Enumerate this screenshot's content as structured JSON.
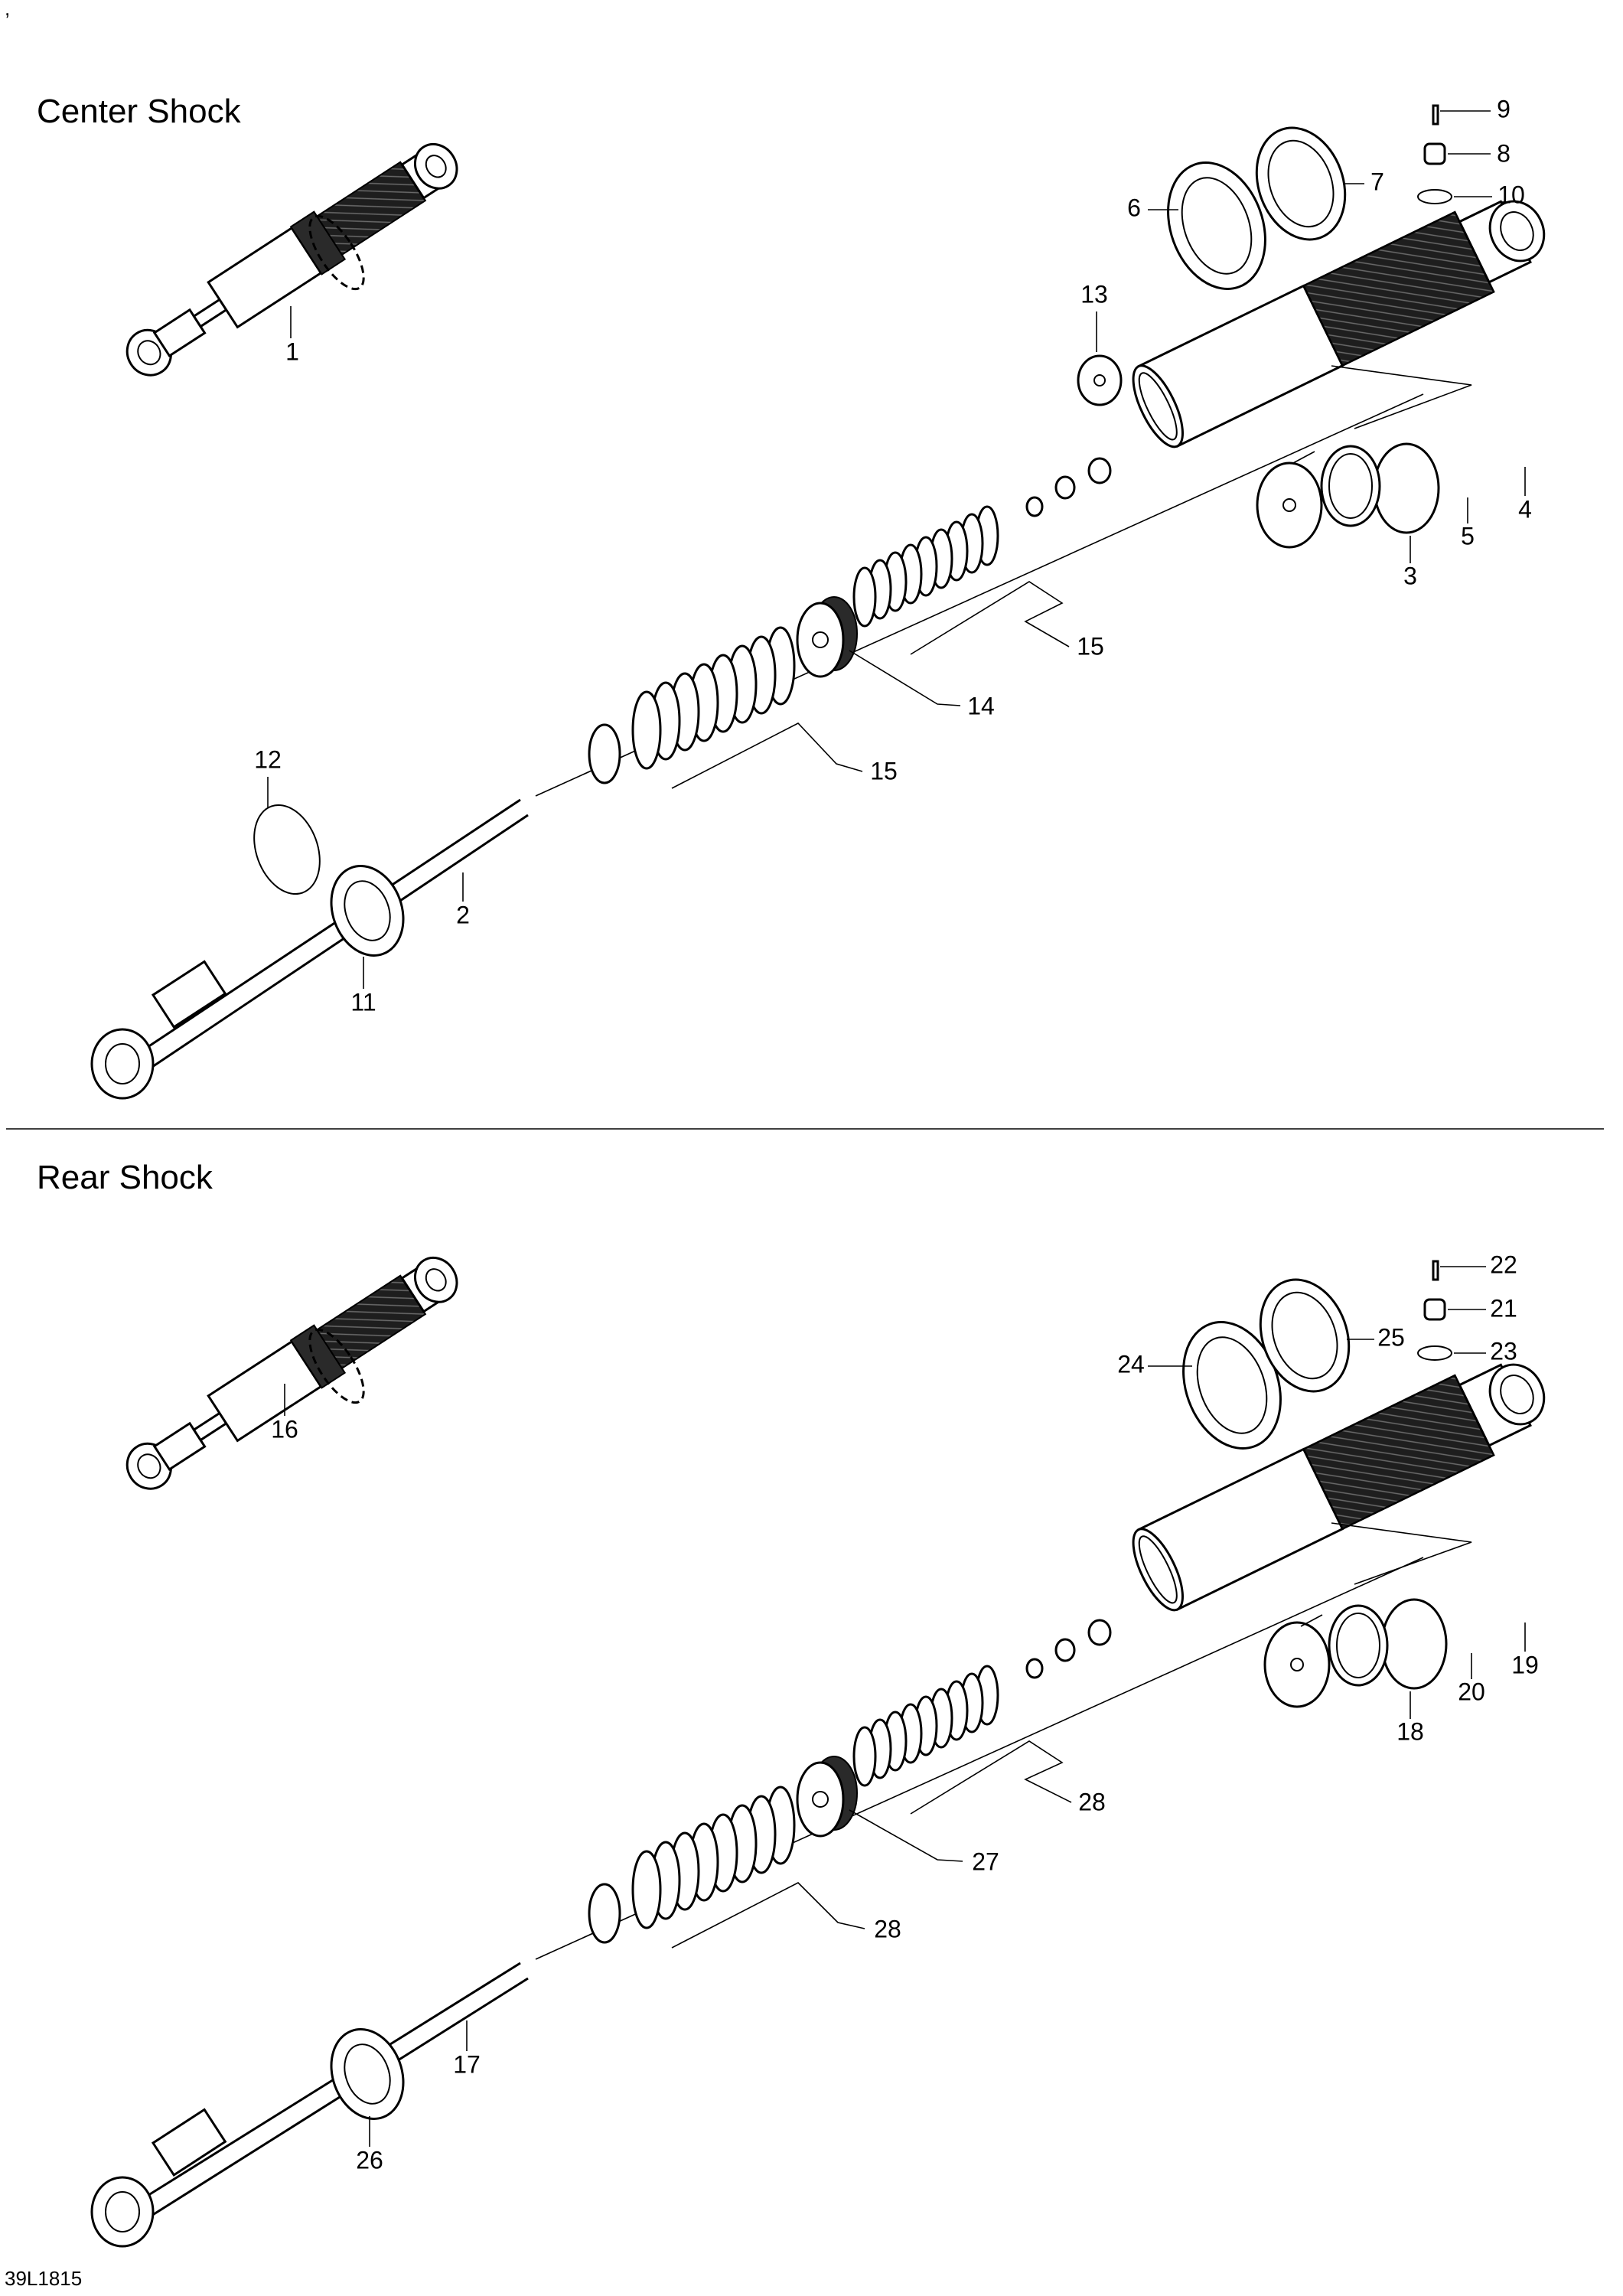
{
  "page": {
    "stray_mark": ",",
    "drawing_code": "39L1815"
  },
  "sections": [
    {
      "title": "Center Shock",
      "callouts": [
        "1",
        "2",
        "3",
        "4",
        "5",
        "6",
        "7",
        "8",
        "9",
        "10",
        "11",
        "12",
        "13",
        "14",
        "15",
        "15"
      ]
    },
    {
      "title": "Rear Shock",
      "callouts": [
        "16",
        "17",
        "18",
        "19",
        "20",
        "21",
        "22",
        "23",
        "24",
        "25",
        "26",
        "27",
        "28",
        "28"
      ]
    }
  ],
  "colors": {
    "line": "#000000",
    "background": "#ffffff",
    "grip_texture": "#2a2a2a"
  }
}
